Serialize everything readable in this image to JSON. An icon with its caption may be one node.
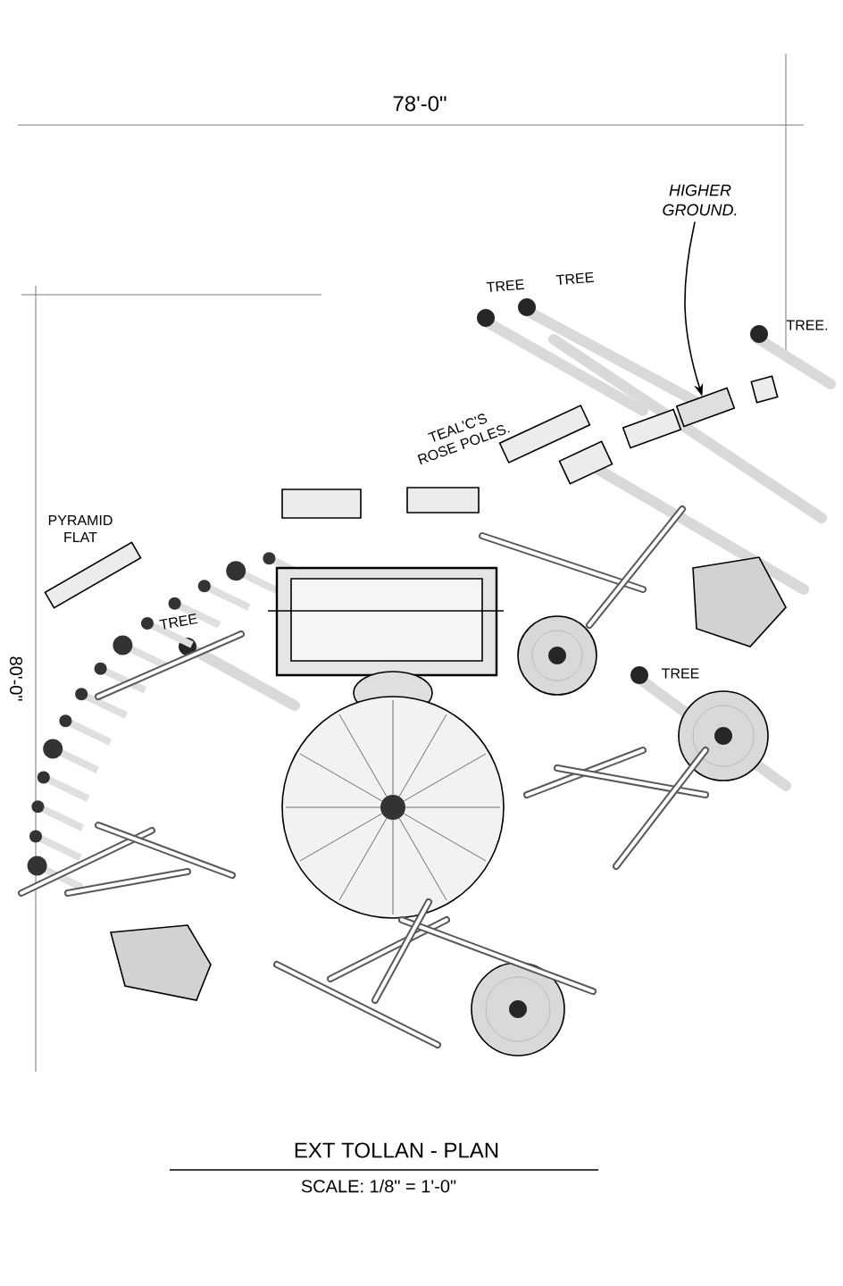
{
  "diagram": {
    "title": "EXT TOLLAN - PLAN",
    "nodes": [
      {
        "text": [
          "HIGHER GROUND."
        ]
      },
      {
        "text": [],
        "shape": "box"
      }
    ],
    "edges": [
      {
        "from": 0,
        "to": 1,
        "arrow": "to"
      }
    ],
    "labels": [
      "78'-0\"",
      "80'-0\"",
      "TREE",
      "TREE",
      "TREE.",
      "TEAL'C'S ROSE POLES.",
      "PYRAMID FLAT",
      "TREE",
      "TREE",
      "SCALE: 1/8\" = 1'-0\""
    ]
  }
}
